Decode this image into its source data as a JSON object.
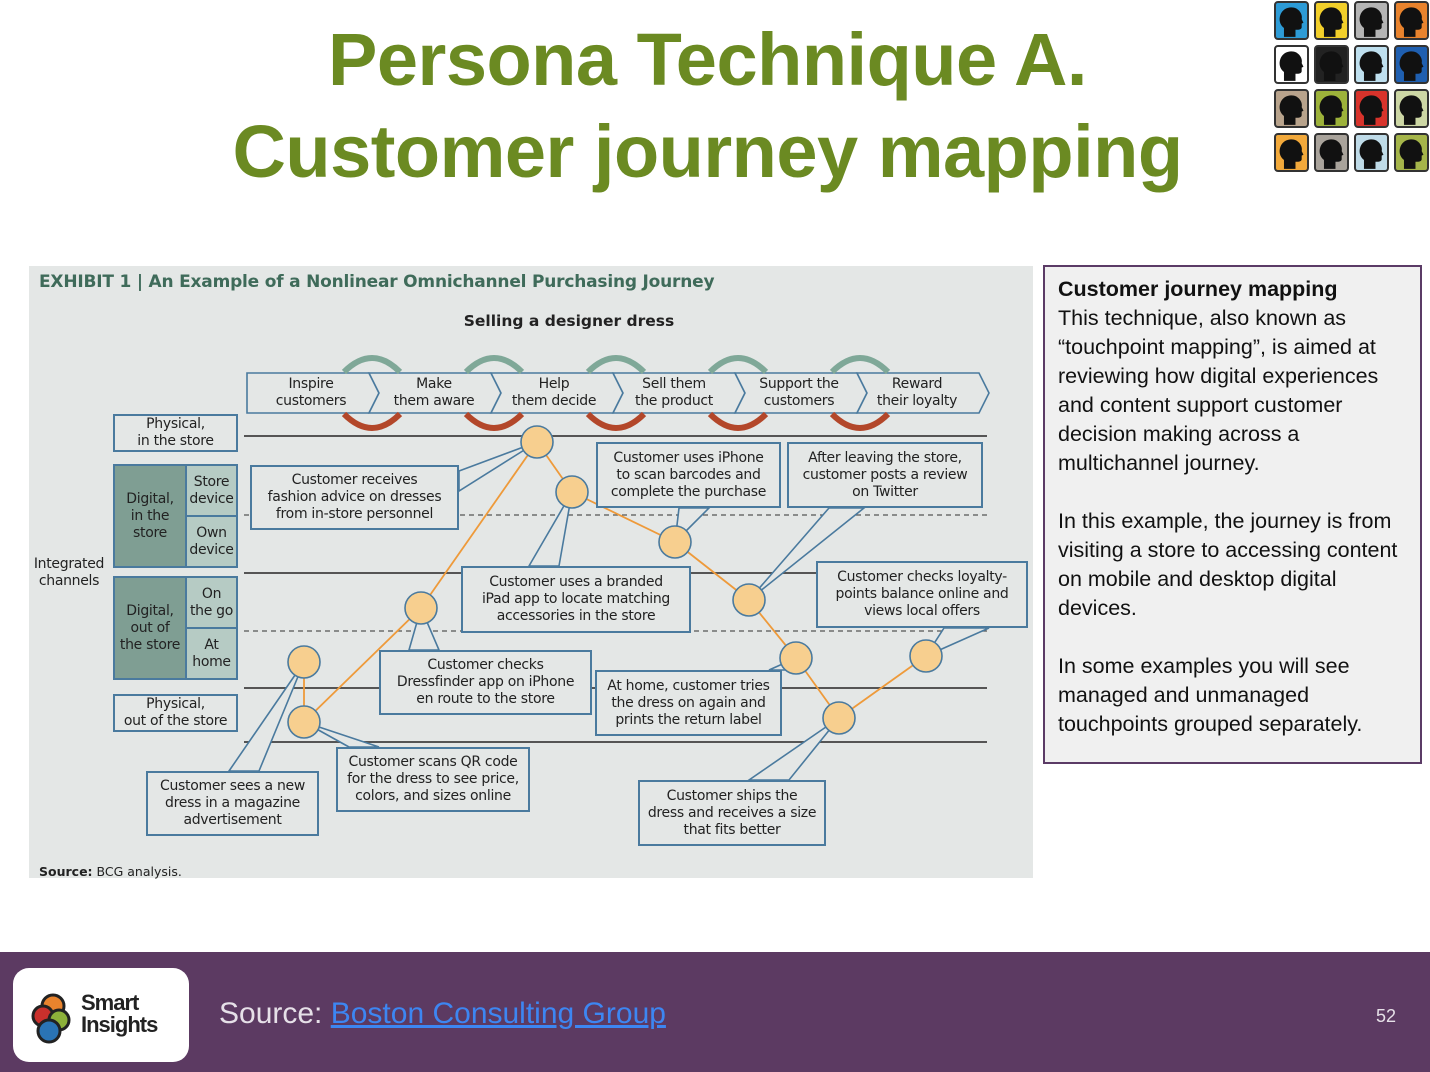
{
  "slide": {
    "title_line1": "Persona Technique A.",
    "title_line2": "Customer journey mapping",
    "page_number": "52",
    "colors": {
      "title": "#6b8a22",
      "footer": "#5c3a62",
      "link": "#3d86f2",
      "sidebox_border": "#5b3b66"
    }
  },
  "persona_icons": [
    {
      "name": "head-brain-colorful-icon",
      "bg": "#2d9bd6"
    },
    {
      "name": "head-dollar-icon",
      "bg": "#f2cf2a"
    },
    {
      "name": "head-question-icon",
      "bg": "#b5b5b5"
    },
    {
      "name": "head-lightbulb-icon",
      "bg": "#e9832d"
    },
    {
      "name": "head-maze-icon",
      "bg": "#ffffff"
    },
    {
      "name": "head-skull-icon",
      "bg": "#222222"
    },
    {
      "name": "head-globe-icon",
      "bg": "#bfe0ef"
    },
    {
      "name": "head-at-sign-icon",
      "bg": "#1f5fb0"
    },
    {
      "name": "head-swirl-icon",
      "bg": "#b8a38c"
    },
    {
      "name": "head-checkmark-icon",
      "bg": "#9db23a"
    },
    {
      "name": "head-cross-icon",
      "bg": "#d8332b"
    },
    {
      "name": "head-brain-orange-icon",
      "bg": "#cdd7a5"
    },
    {
      "name": "head-spark-icon",
      "bg": "#f2a93b"
    },
    {
      "name": "head-clock-icon",
      "bg": "#a9a39b"
    },
    {
      "name": "head-book-icon",
      "bg": "#bfdbe8"
    },
    {
      "name": "head-leaf-icon",
      "bg": "#a5b54a"
    }
  ],
  "exhibit": {
    "title": "EXHIBIT 1 | An Example of a Nonlinear Omnichannel Purchasing Journey",
    "subtitle": "Selling a designer dress",
    "source_label": "Source:",
    "source_text": "BCG analysis.",
    "stages": [
      "Inspire\ncustomers",
      "Make\nthem aware",
      "Help\nthem decide",
      "Sell them\nthe product",
      "Support the\ncustomers",
      "Reward\ntheir loyalty"
    ],
    "integrated_label": "Integrated\nchannels",
    "channels": {
      "physical_in_store": "Physical,\nin the store",
      "digital_in_store": "Digital,\nin the\nstore",
      "store_device": "Store\ndevice",
      "own_device": "Own\ndevice",
      "digital_out_store": "Digital,\nout of\nthe store",
      "on_the_go": "On\nthe go",
      "at_home": "At\nhome",
      "physical_out_store": "Physical,\nout of the store"
    },
    "touchpoints": [
      "Customer sees a new\ndress in a magazine\nadvertisement",
      "Customer scans QR code\nfor the dress to see price,\ncolors, and sizes online",
      "Customer checks\nDressfinder app on iPhone\nen route to the store",
      "Customer receives\nfashion advice on dresses\nfrom in-store personnel",
      "Customer uses a branded\niPad app to locate matching\naccessories in the store",
      "Customer uses iPhone\nto scan barcodes and\ncomplete the purchase",
      "After leaving the store,\ncustomer posts a review\non Twitter",
      "At home, customer tries\nthe dress on again and\nprints the return label",
      "Customer ships the\ndress and receives a size\nthat fits better",
      "Customer checks loyalty-\npoints balance online and\nviews local offers"
    ],
    "colors": {
      "box_border": "#4a7a9e",
      "node_fill": "#f7cf8f",
      "path": "#ee9a3a",
      "arrow_forward": "#7fa898",
      "arrow_back": "#b3472a"
    }
  },
  "sidebox": {
    "heading": "Customer journey mapping",
    "para1": "This technique, also known as “touchpoint mapping”, is aimed at reviewing how digital experiences and content support customer decision making across a multichannel journey.",
    "para2": "In this example, the journey is from visiting a store to accessing content on mobile and desktop digital devices.",
    "para3": "In some examples you will see managed and unmanaged touchpoints grouped separately."
  },
  "footer": {
    "logo_text_line1": "Smart",
    "logo_text_line2": "Insights",
    "source_prefix": "Source: ",
    "source_link": "Boston Consulting Group"
  }
}
